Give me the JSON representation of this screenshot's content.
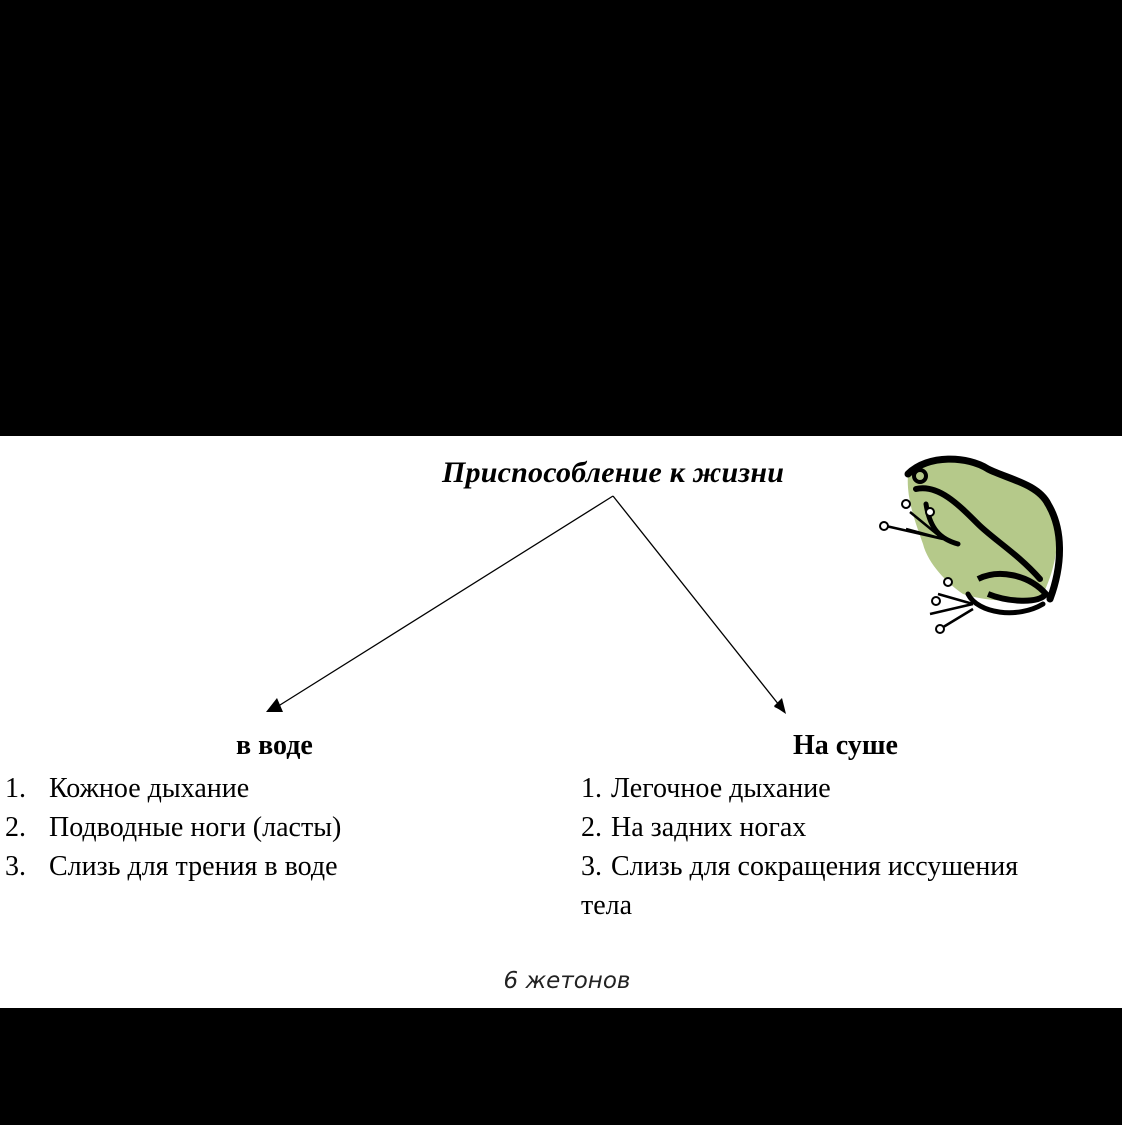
{
  "title": "Приспособление к жизни",
  "left": {
    "heading": "в воде",
    "items": [
      {
        "num": "1.",
        "text": "Кожное дыхание"
      },
      {
        "num": "2.",
        "text": "Подводные ноги (ласты)"
      },
      {
        "num": "3.",
        "text": "Слизь для трения в воде"
      }
    ]
  },
  "right": {
    "heading": "На суше",
    "items": [
      {
        "num": "1.",
        "text": "Легочное дыхание"
      },
      {
        "num": "2.",
        "text": "На задних ногах"
      },
      {
        "num": "3.",
        "text": "Слизь для сокращения иссушения"
      }
    ],
    "continuation": "тела"
  },
  "footer": "6 жетонов",
  "colors": {
    "frog_green": "#b5c98a",
    "background": "#000000",
    "slide": "#ffffff"
  }
}
